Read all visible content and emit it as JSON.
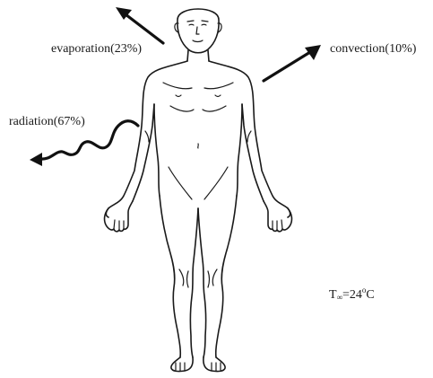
{
  "labels": {
    "evaporation": "evaporation(23%)",
    "convection": "convection(10%)",
    "radiation": "radiation(67%)",
    "temperature": {
      "prefix": "T",
      "subscript": "∞",
      "equals_value": "=24",
      "degree": "o",
      "unit": "C"
    }
  },
  "colors": {
    "ink": "#1a1a1a",
    "arrow": "#111111",
    "background": "#ffffff"
  },
  "icons": {
    "evaporation_arrow": "straight-arrow-up-left",
    "convection_arrow": "straight-arrow-up-right",
    "radiation_arrow": "wavy-arrow-left"
  }
}
